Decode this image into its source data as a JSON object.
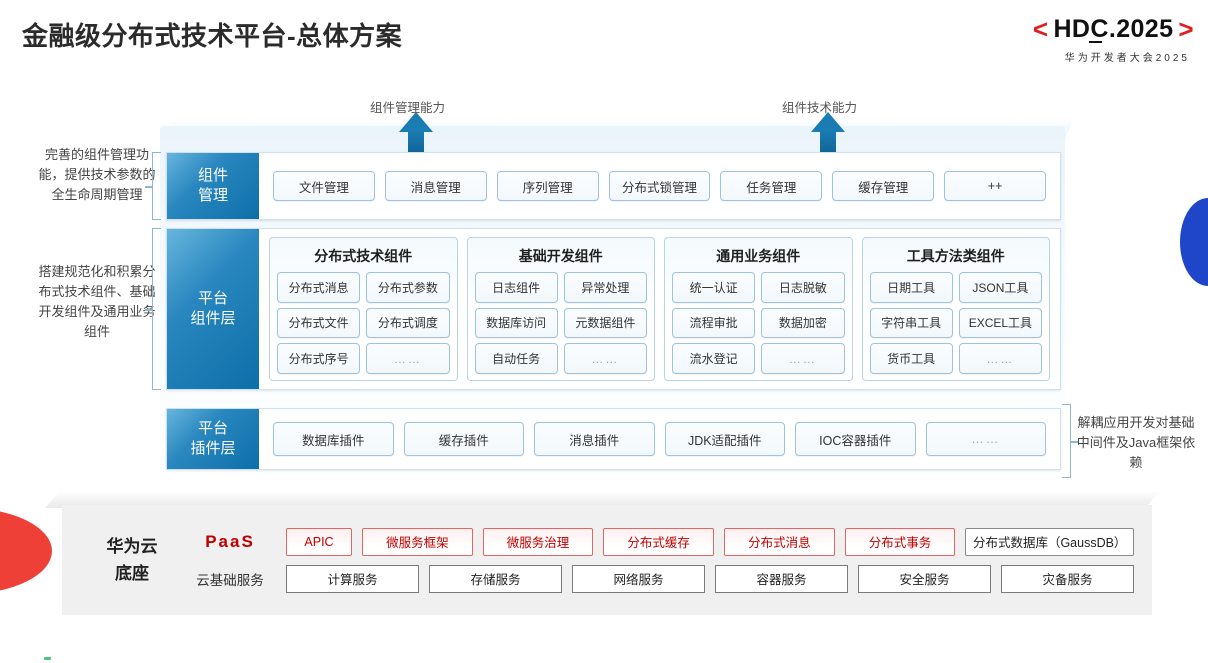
{
  "header": {
    "title": "金融级分布式技术平台-总体方案",
    "logo_bracket_left": "<",
    "logo_text_1": "HDC",
    "logo_text_2": ".2025",
    "logo_bracket_right": ">",
    "logo_subtitle": "华为开发者大会2025"
  },
  "arrows": [
    {
      "label": "组件管理能力"
    },
    {
      "label": "组件技术能力"
    }
  ],
  "notes": {
    "left_1": "完善的组件管理功能，提供技术参数的全生命周期管理",
    "left_2": "搭建规范化和积累分布式技术组件、基础开发组件及通用业务组件",
    "right_1": "解耦应用开发对基础中间件及Java框架依赖"
  },
  "layers": {
    "component_management": {
      "label_line1": "组件",
      "label_line2": "管理",
      "items": [
        "文件管理",
        "消息管理",
        "序列管理",
        "分布式锁管理",
        "任务管理",
        "缓存管理",
        "++"
      ]
    },
    "platform_component": {
      "label_line1": "平台",
      "label_line2": "组件层",
      "groups": [
        {
          "title": "分布式技术组件",
          "items": [
            "分布式消息",
            "分布式参数",
            "分布式文件",
            "分布式调度",
            "分布式序号",
            "……"
          ]
        },
        {
          "title": "基础开发组件",
          "items": [
            "日志组件",
            "异常处理",
            "数据库访问",
            "元数据组件",
            "自动任务",
            "……"
          ]
        },
        {
          "title": "通用业务组件",
          "items": [
            "统一认证",
            "日志脱敏",
            "流程审批",
            "数据加密",
            "流水登记",
            "……"
          ]
        },
        {
          "title": "工具方法类组件",
          "items": [
            "日期工具",
            "JSON工具",
            "字符串工具",
            "EXCEL工具",
            "货币工具",
            "……"
          ]
        }
      ]
    },
    "platform_plugin": {
      "label_line1": "平台",
      "label_line2": "插件层",
      "items": [
        "数据库插件",
        "缓存插件",
        "消息插件",
        "JDK适配插件",
        "IOC容器插件",
        "……"
      ]
    }
  },
  "base": {
    "title_line1": "华为云",
    "title_line2": "底座",
    "paas_key": "PaaS",
    "cloud_key": "云基础服务",
    "paas_items": [
      {
        "label": "APIC",
        "style": "red",
        "width": "sm"
      },
      {
        "label": "微服务框架",
        "style": "red",
        "width": "md"
      },
      {
        "label": "微服务治理",
        "style": "red",
        "width": "md"
      },
      {
        "label": "分布式缓存",
        "style": "red",
        "width": "md"
      },
      {
        "label": "分布式消息",
        "style": "red",
        "width": "md"
      },
      {
        "label": "分布式事务",
        "style": "red",
        "width": "md"
      },
      {
        "label": "分布式数据库（GaussDB）",
        "style": "gray",
        "width": "lg"
      }
    ],
    "cloud_items": [
      "计算服务",
      "存储服务",
      "网络服务",
      "容器服务",
      "安全服务",
      "灾备服务"
    ]
  },
  "colors": {
    "accent_blue": "#0d6fa8",
    "accent_red": "#C00000",
    "brand_red": "#E02020",
    "deco_blue": "#1F45C8"
  }
}
